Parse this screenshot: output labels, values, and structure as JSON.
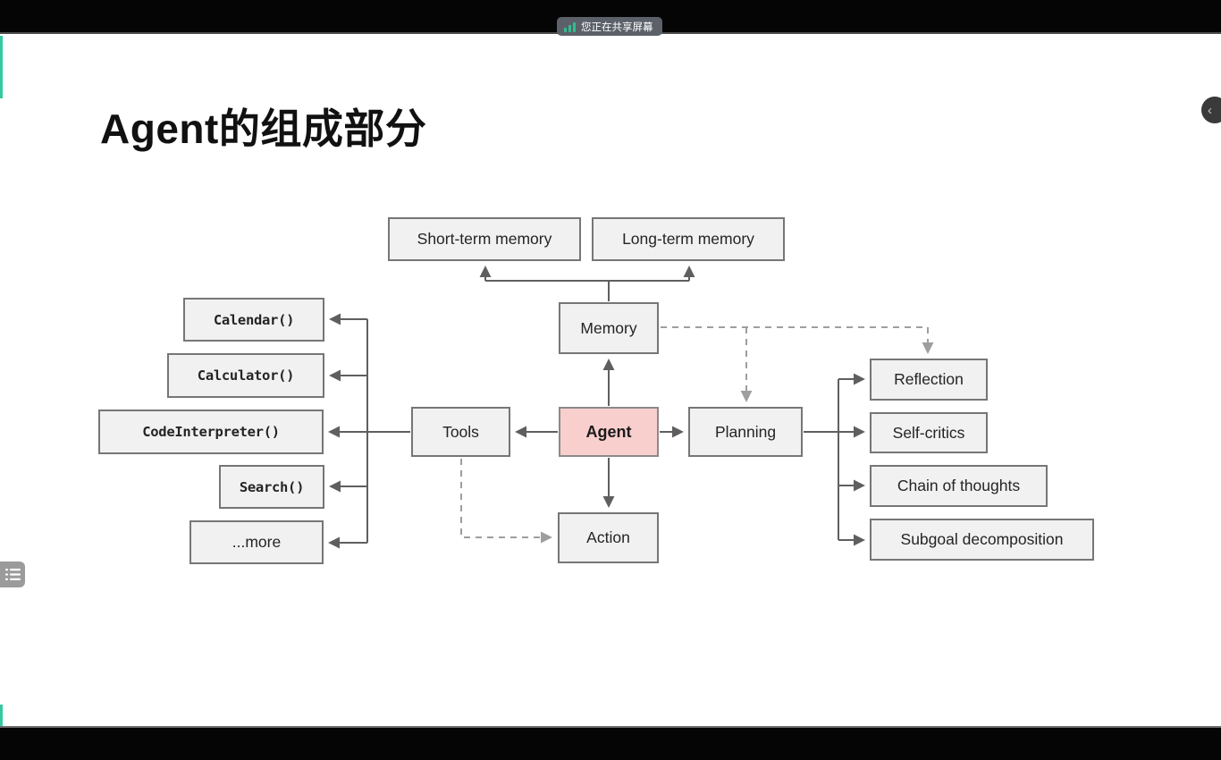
{
  "screen_share_banner": {
    "label": "您正在共享屏幕",
    "icon": "signal-bars-icon"
  },
  "slide": {
    "title": "Agent的组成部分"
  },
  "side_controls": {
    "thumbnail_button_icon": "list-icon",
    "prev_button_icon": "chevron-left-icon",
    "prev_glyph": "‹"
  },
  "diagram": {
    "type": "flowchart",
    "nodes": {
      "short_term_memory": {
        "label": "Short-term memory"
      },
      "long_term_memory": {
        "label": "Long-term memory"
      },
      "memory": {
        "label": "Memory"
      },
      "tools": {
        "label": "Tools"
      },
      "agent": {
        "label": "Agent"
      },
      "planning": {
        "label": "Planning"
      },
      "action": {
        "label": "Action"
      },
      "calendar": {
        "label": "Calendar()"
      },
      "calculator": {
        "label": "Calculator()"
      },
      "codeinterpreter": {
        "label": "CodeInterpreter()"
      },
      "search": {
        "label": "Search()"
      },
      "more": {
        "label": "...more"
      },
      "reflection": {
        "label": "Reflection"
      },
      "self_critics": {
        "label": "Self-critics"
      },
      "chain_of_thoughts": {
        "label": "Chain of thoughts"
      },
      "subgoal_decomposition": {
        "label": "Subgoal decomposition"
      }
    },
    "edges_solid": [
      "Agent -> Memory",
      "Agent -> Tools",
      "Agent -> Planning",
      "Agent -> Action",
      "Memory -> Short-term memory",
      "Memory -> Long-term memory",
      "Tools -> Calendar()",
      "Tools -> Calculator()",
      "Tools -> CodeInterpreter()",
      "Tools -> Search()",
      "Tools -> ...more",
      "Planning -> Reflection",
      "Planning -> Self-critics",
      "Planning -> Chain of thoughts",
      "Planning -> Subgoal decomposition"
    ],
    "edges_dashed": [
      "Memory -> Planning",
      "Memory -> Reflection",
      "Tools -> Action"
    ]
  },
  "colors": {
    "bar_black": "#050505",
    "pill_bg": "#5b6069",
    "pill_text": "#ffffff",
    "share_green": "#2fbf8f",
    "edge_green": "#35c9a2",
    "box_fill": "#f1f1f1",
    "box_border": "#767676",
    "agent_fill": "#f9cfce",
    "agent_border": "#8a8a8a",
    "connector": "#5f5f5f",
    "connector_dashed": "#9e9e9e",
    "title_color": "#111111",
    "text_color": "#212121"
  }
}
